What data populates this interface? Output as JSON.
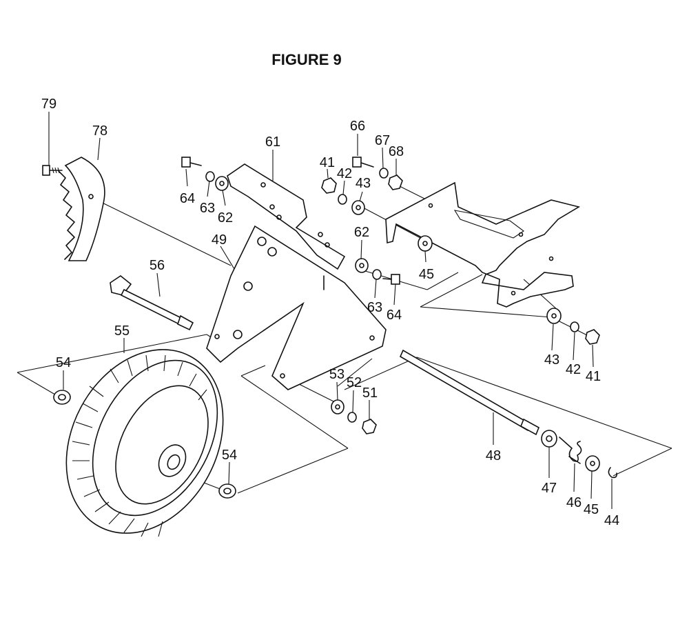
{
  "figure_title": "FIGURE 9",
  "labels": {
    "p79": "79",
    "p78": "78",
    "p64a": "64",
    "p63a": "63",
    "p62a": "62",
    "p61": "61",
    "p49": "49",
    "p56": "56",
    "p55": "55",
    "p54a": "54",
    "p54b": "54",
    "p41a": "41",
    "p42a": "42",
    "p43a": "43",
    "p66": "66",
    "p67": "67",
    "p68": "68",
    "p62b": "62",
    "p45a": "45",
    "p63b": "63",
    "p64b": "64",
    "p43b": "43",
    "p42b": "42",
    "p41b": "41",
    "p53": "53",
    "p52": "52",
    "p51": "51",
    "p48": "48",
    "p47": "47",
    "p46": "46",
    "p45b": "45",
    "p44": "44"
  }
}
